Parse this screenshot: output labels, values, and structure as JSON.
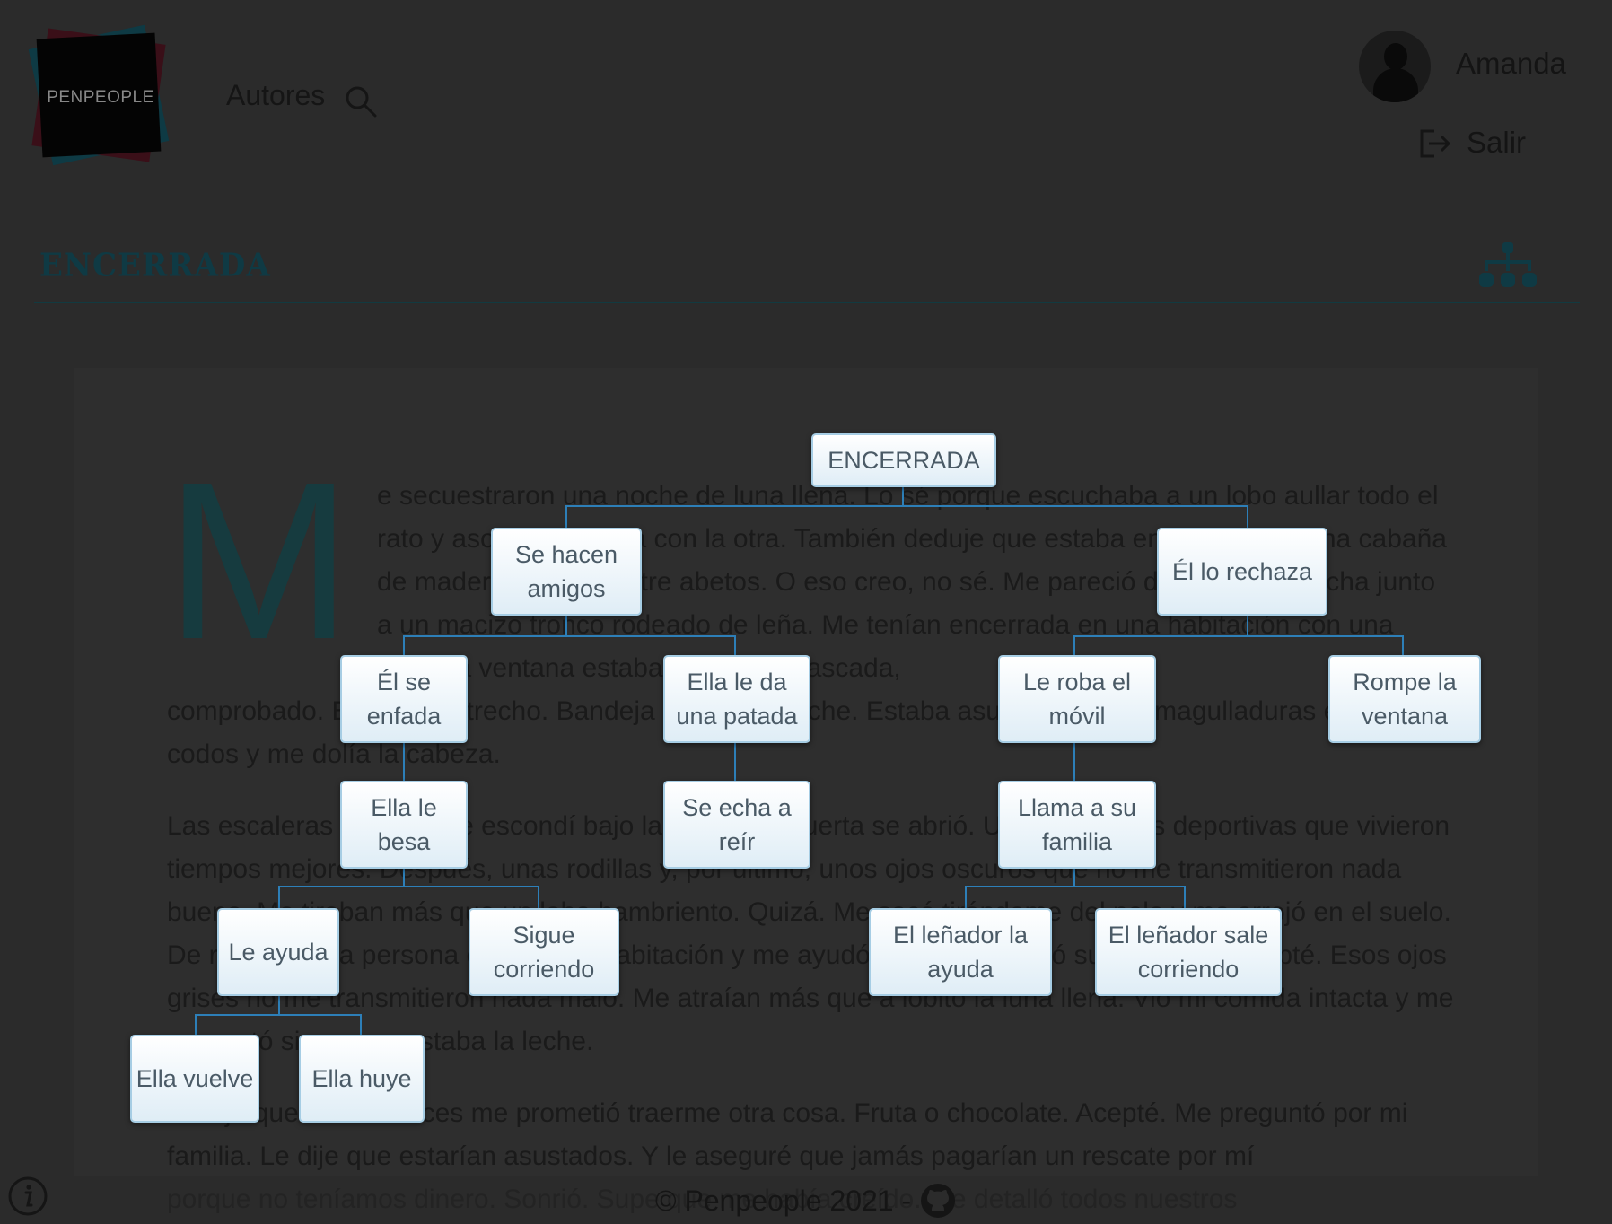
{
  "header": {
    "logo_text": "PENPEOPLE",
    "nav_authors": "Autores",
    "user_name": "Amanda",
    "logout_label": "Salir"
  },
  "story": {
    "title": "ENCERRADA",
    "dropcap": "M",
    "p1": "e secuestraron una noche de luna llena. Lo sé porque escuchaba a un lobo aullar todo el rato y asocié una cosa con la otra. También deduje que estaba en el bosque. Una cabaña de madera perdida entre abetos. O eso creo, no sé. Me pareció distinguir un hacha junto a un macizo tronco rodeado de leña. Me tenían encerrada en una habitación con una vela. La ventana estaba sellada y atascada,",
    "p1b": "comprobado. Estaba maltrecho. Bandeja con pan y leche. Estaba asustada. Tenía magulladuras en los codos y me dolía la cabeza.",
    "p2": "Las escaleras crujían. Me escondí bajo la cama. La puerta se abrió. Unas zapatillas deportivas que vivieron tiempos mejores. Después, unas rodillas y, por último, unos ojos oscuros que no me transmitieron nada bueno. Me tiraban más que un lobo hambriento. Quizá. Me sacó tirándome del pelo y me arrojó en el suelo. De repente otra persona entró en la habitación y me ayudó salir. Me ofreció su mano y la acepté. Esos ojos grises no me transmitieron nada malo. Me atraían más que a lobito la luna llena. Vio mi comida intacta y me preguntó si no me gustaba la leche.",
    "p3": "Le dije que no. Entonces me prometió traerme otra cosa. Fruta o chocolate. Acepté. Me preguntó por mi familia. Le dije que estarían asustados. Y le aseguré que jamás pagarían un rescate por mí",
    "p4": "porque no teníamos dinero. Sonrió. Supe que me había creído. Me detalló todos nuestros"
  },
  "tree": {
    "root": "ENCERRADA",
    "n_amigos": "Se hacen amigos",
    "n_rechaza": "Él lo rechaza",
    "n_enfada": "Él se enfada",
    "n_patada": "Ella le da una patada",
    "n_movil": "Le roba el móvil",
    "n_ventana": "Rompe la ventana",
    "n_besa": "Ella le besa",
    "n_reir": "Se echa a reír",
    "n_familia": "Llama a su familia",
    "n_ayuda": "Le ayuda",
    "n_sigue": "Sigue corriendo",
    "n_lenador_ayuda": "El leñador la ayuda",
    "n_lenador_sale": "El leñador sale corriendo",
    "n_vuelve": "Ella vuelve",
    "n_huye": "Ella huye"
  },
  "footer": {
    "copyright": "© Penpeople 2021 -"
  },
  "icons": {
    "search": "search-icon",
    "logout": "logout-icon",
    "tree": "sitemap-icon",
    "github": "github-icon",
    "info": "info-icon"
  }
}
